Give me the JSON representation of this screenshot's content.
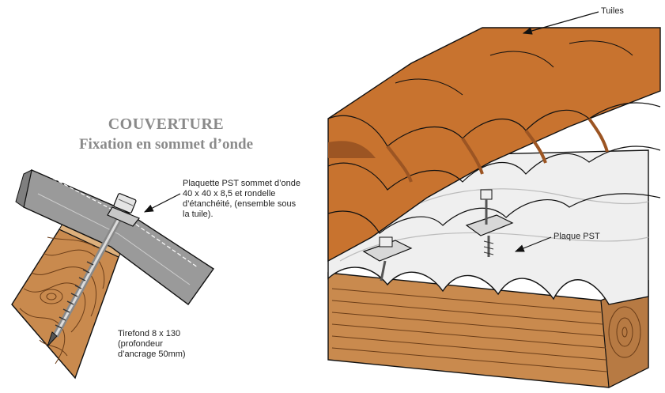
{
  "heading": {
    "line1": "COUVERTURE",
    "line2": "Fixation en sommet d’onde"
  },
  "labels": {
    "plaquette": [
      "Plaquette PST sommet d’onde",
      "40 x 40 x 8,5 et rondelle",
      "d’étanchéité, (ensemble sous",
      "la tuile)."
    ],
    "tirefond": [
      "Tirefond 8 x 130",
      "(profondeur",
      "d’ancrage 50mm)"
    ],
    "tuiles": "Tuiles",
    "plaque": "Plaque PST"
  },
  "colors": {
    "tile": "#c8732f",
    "tile_shadow": "#9c5523",
    "wood": "#c98a4e",
    "wood_grain": "#6b3d18",
    "sheet": "#eeeeee",
    "metal": "#9a9a9a"
  }
}
